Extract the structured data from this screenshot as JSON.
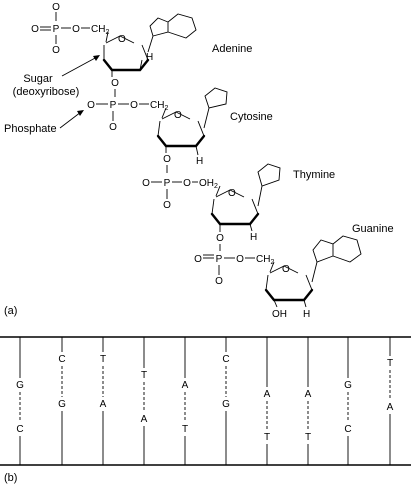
{
  "panel_a": {
    "label": "(a)",
    "nucleotides": [
      {
        "base": "Adenine"
      },
      {
        "base": "Cytosine"
      },
      {
        "base": "Thymine"
      },
      {
        "base": "Guanine"
      }
    ],
    "callouts": {
      "sugar_line1": "Sugar",
      "sugar_line2": "(deoxyribose)",
      "phosphate": "Phosphate"
    },
    "atoms": {
      "o": "O",
      "p": "P",
      "h": "H",
      "ch": "CH",
      "sub2": "2",
      "oh": "OH",
      "oh_ch_prefix": "O"
    }
  },
  "panel_b": {
    "label": "(b)",
    "pairs": [
      {
        "top": "G",
        "bottom": "C"
      },
      {
        "top": "C",
        "bottom": "G"
      },
      {
        "top": "T",
        "bottom": "A"
      },
      {
        "top": "T",
        "bottom": "A"
      },
      {
        "top": "A",
        "bottom": "T"
      },
      {
        "top": "C",
        "bottom": "G"
      },
      {
        "top": "A",
        "bottom": "T"
      },
      {
        "top": "A",
        "bottom": "T"
      },
      {
        "top": "G",
        "bottom": "C"
      },
      {
        "top": "T",
        "bottom": "A"
      }
    ]
  }
}
